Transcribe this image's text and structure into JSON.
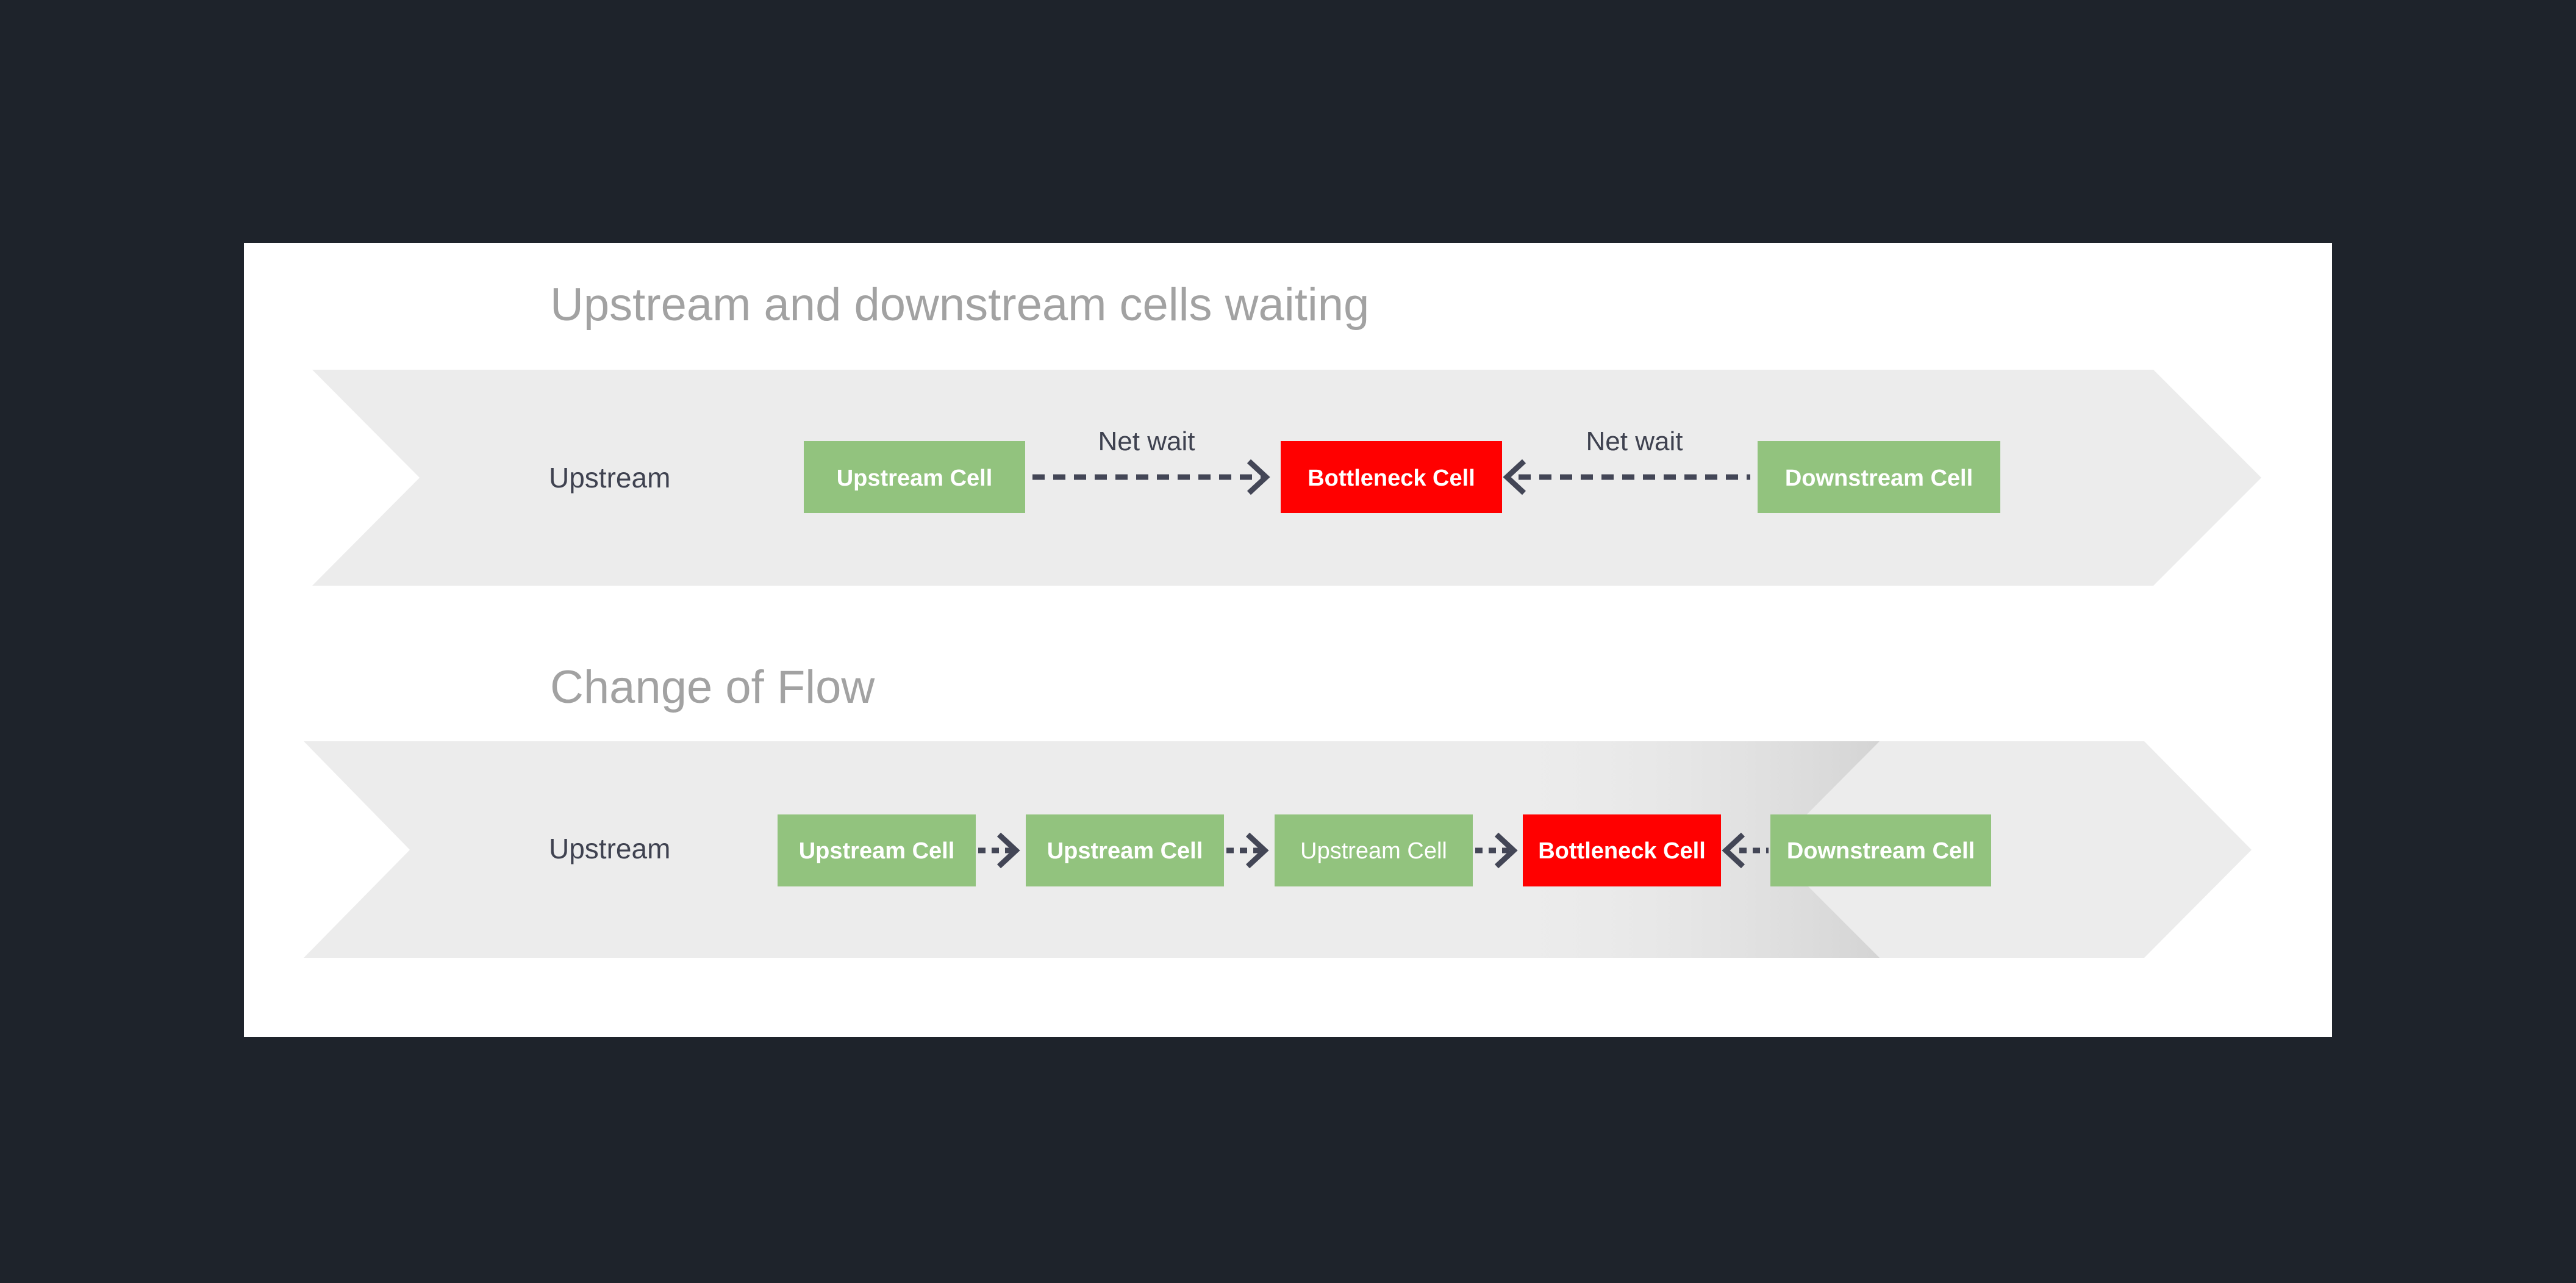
{
  "colors": {
    "page_background": "#1e232b",
    "panel_background": "#ffffff",
    "band": "#ececec",
    "band_shadow": "#d6d6d6",
    "cell_normal": "#92c37e",
    "cell_bottleneck": "#ff0000",
    "connector": "#434656",
    "title_text": "#a2a2a2",
    "label_text": "#3f4250"
  },
  "sections": [
    {
      "title": "Upstream and downstream cells waiting",
      "row_label": "Upstream",
      "edge_labels": [
        "Net wait",
        "Net wait"
      ],
      "cells": [
        {
          "label": "Upstream Cell",
          "kind": "normal"
        },
        {
          "label": "Bottleneck Cell",
          "kind": "bottleneck"
        },
        {
          "label": "Downstream Cell",
          "kind": "normal"
        }
      ],
      "connectors": [
        "arrow-right",
        "arrow-left"
      ]
    },
    {
      "title": "Change of Flow",
      "row_label": "Upstream",
      "cells": [
        {
          "label": "Upstream Cell",
          "kind": "normal"
        },
        {
          "label": "Upstream Cell",
          "kind": "normal"
        },
        {
          "label": "Upstream Cell",
          "kind": "normal-light"
        },
        {
          "label": "Bottleneck Cell",
          "kind": "bottleneck"
        },
        {
          "label": "Downstream Cell",
          "kind": "normal"
        }
      ],
      "connectors": [
        "arrow-right",
        "arrow-right",
        "arrow-right",
        "arrow-left"
      ]
    }
  ]
}
